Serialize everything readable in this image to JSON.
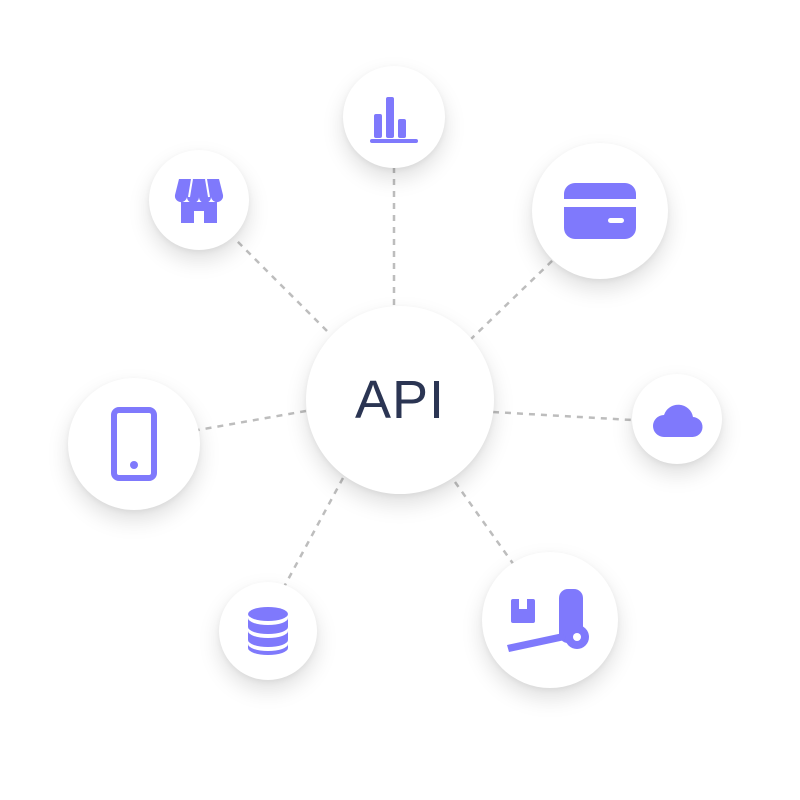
{
  "hub": {
    "label": "API"
  },
  "nodes": [
    {
      "id": "analytics",
      "icon": "bar-chart-icon"
    },
    {
      "id": "payments",
      "icon": "credit-card-icon"
    },
    {
      "id": "cloud",
      "icon": "cloud-icon"
    },
    {
      "id": "logistics",
      "icon": "hand-truck-icon"
    },
    {
      "id": "database",
      "icon": "database-icon"
    },
    {
      "id": "mobile",
      "icon": "smartphone-icon"
    },
    {
      "id": "storefront",
      "icon": "storefront-icon"
    }
  ],
  "colors": {
    "icon": "#7f79fc",
    "hub_text": "#2b3553",
    "connector": "#bdbdbd",
    "node_fill": "#ffffff"
  }
}
